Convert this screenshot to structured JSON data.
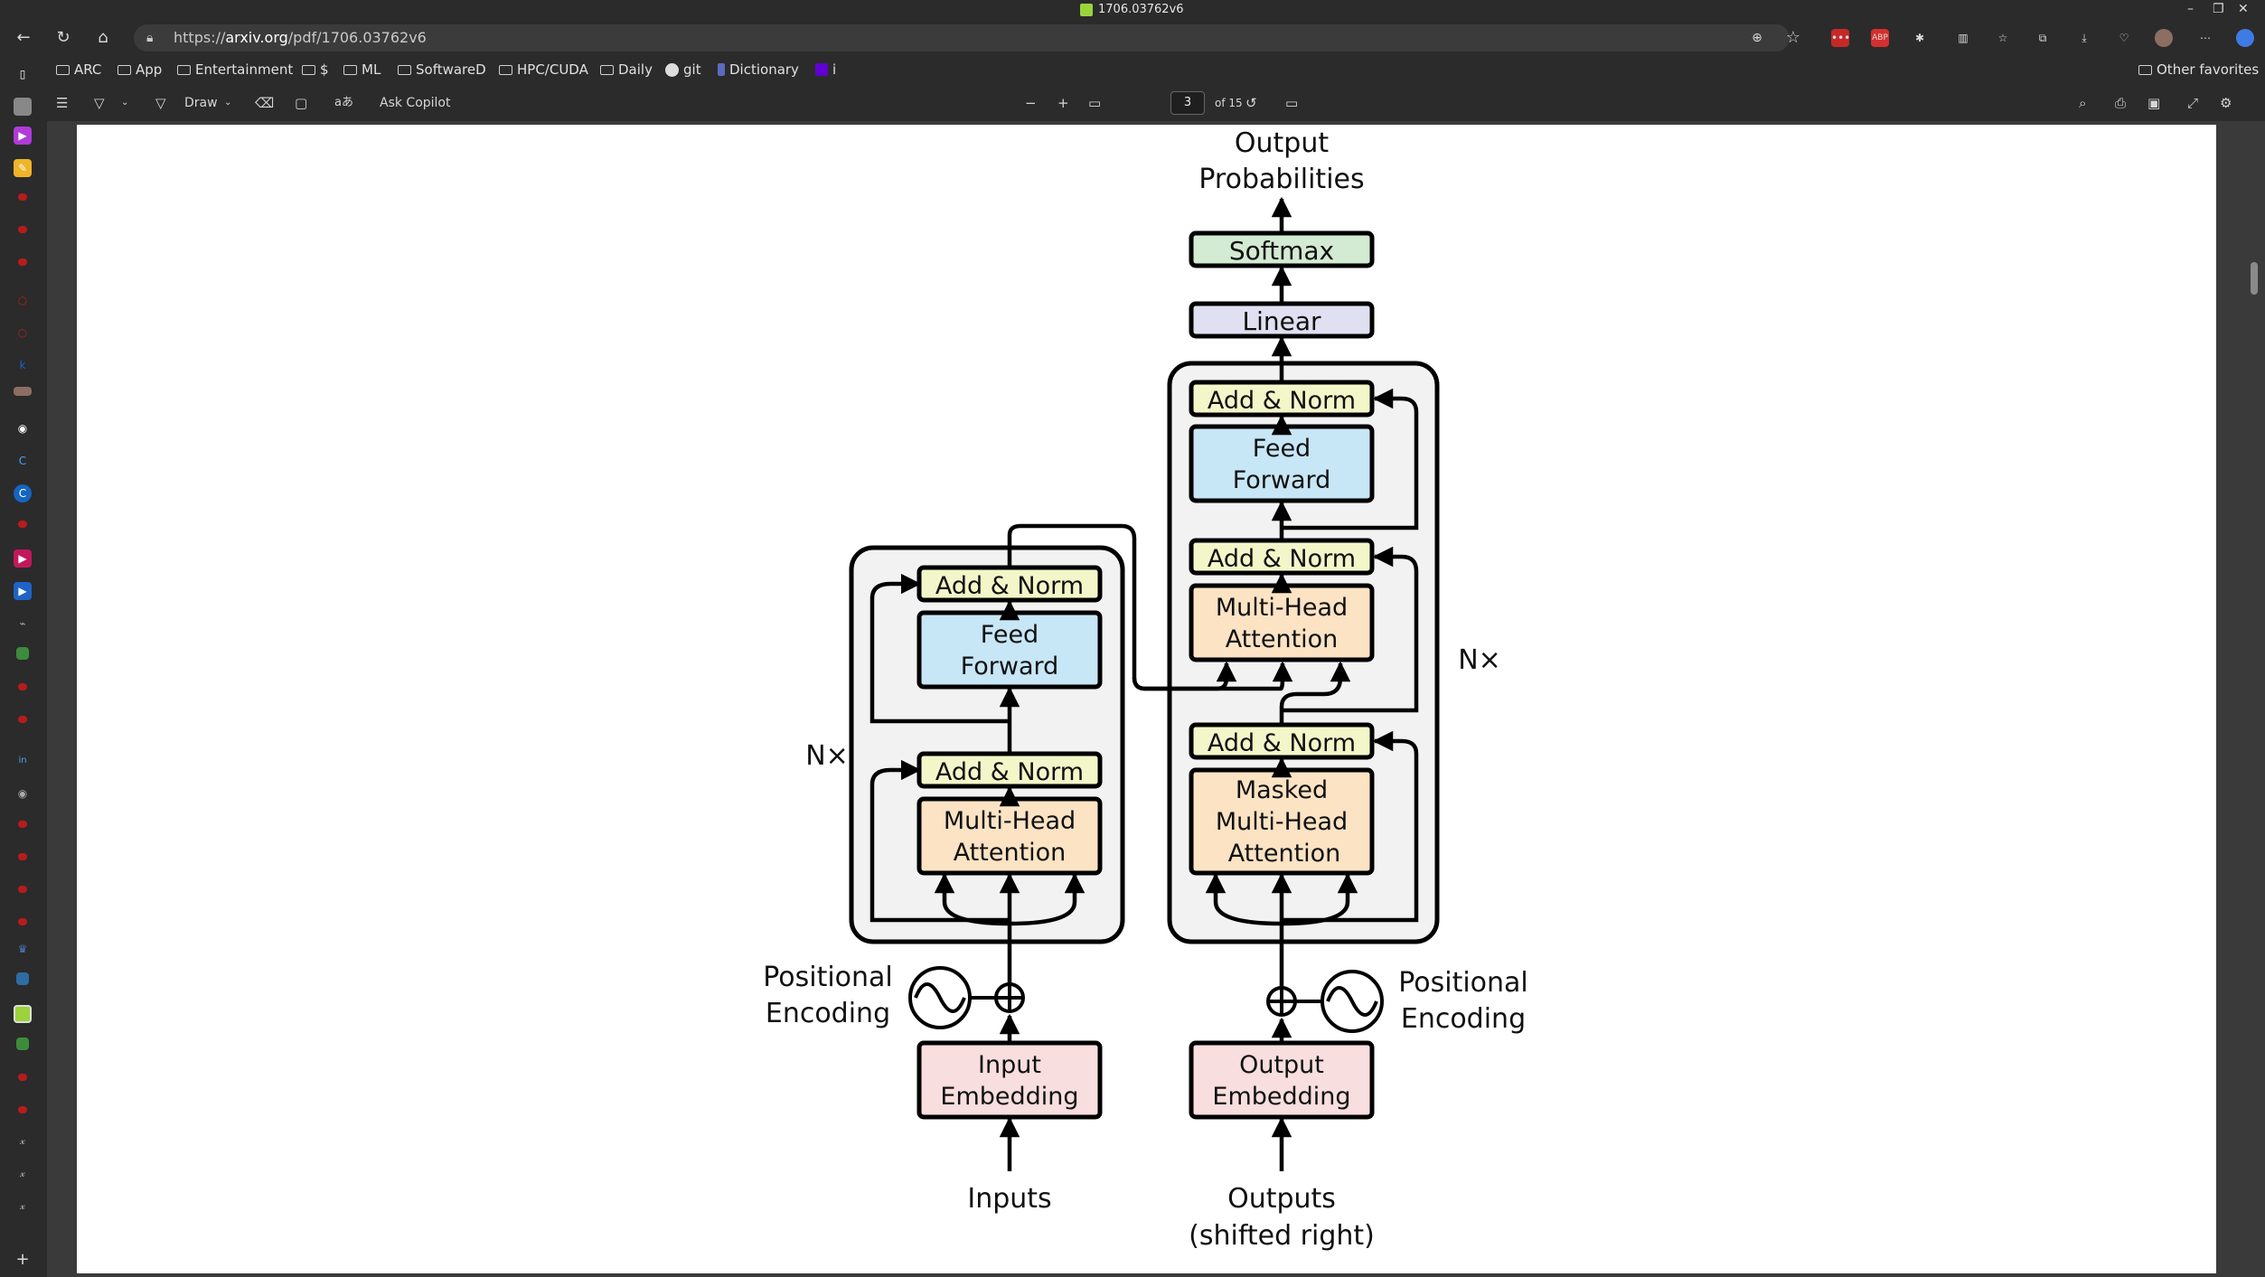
{
  "window": {
    "title": "1706.03762v6",
    "controls": [
      "–",
      "❐",
      "✕"
    ]
  },
  "nav": {
    "url_prefix": "https://",
    "url_host": "arxiv.org",
    "url_path": "/pdf/1706.03762v6"
  },
  "favorites": {
    "items": [
      "ARC",
      "App",
      "Entertainment",
      "$",
      "ML",
      "SoftwareD",
      "HPC/CUDA",
      "Daily",
      "git",
      "Dictionary",
      "i"
    ],
    "other": "Other favorites"
  },
  "pdf_toolbar": {
    "draw_label": "Draw",
    "copilot_label": "Ask Copilot",
    "page_number": "3",
    "page_total": "of 15"
  },
  "diagram": {
    "output_title_1": "Output",
    "output_title_2": "Probabilities",
    "softmax": "Softmax",
    "linear": "Linear",
    "add_norm": "Add & Norm",
    "feed": "Feed",
    "forward": "Forward",
    "multi_head": "Multi-Head",
    "attention": "Attention",
    "masked": "Masked",
    "nx": "N×",
    "positional": "Positional",
    "encoding": "Encoding",
    "input": "Input",
    "output": "Output",
    "embedding": "Embedding",
    "inputs": "Inputs",
    "outputs": "Outputs",
    "shifted": "(shifted right)"
  },
  "colors": {
    "add_norm": "#f3f6c8",
    "feed_forward": "#c7e6f6",
    "attention": "#fbe3c4",
    "embedding": "#f8dede",
    "softmax": "#d3ead3",
    "linear": "#dfe0f1",
    "block_bg": "#f2f2f2"
  }
}
